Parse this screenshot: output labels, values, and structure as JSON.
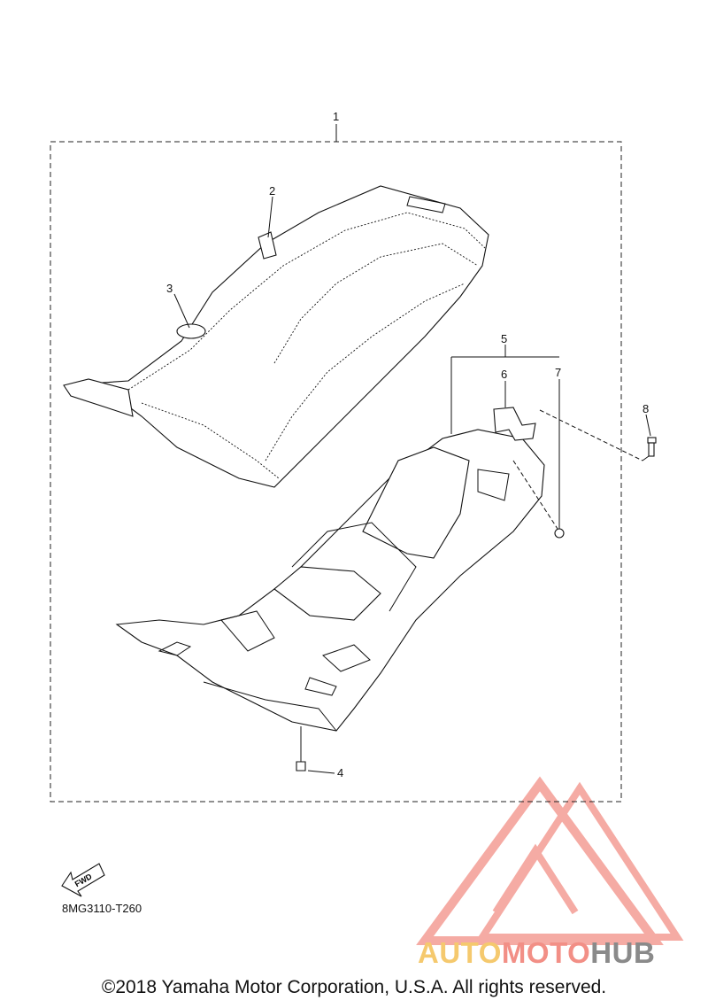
{
  "callouts": {
    "c1": "1",
    "c2": "2",
    "c3": "3",
    "c4": "4",
    "c5": "5",
    "c6": "6",
    "c7": "7",
    "c8": "8"
  },
  "fwd_label": "FWD",
  "part_code": "8MG3110-T260",
  "copyright": "©2018 Yamaha Motor Corporation, U.S.A. All rights reserved.",
  "watermark": {
    "part1": "AUTO",
    "part2": "MOTO",
    "part3": "HUB",
    "colors": {
      "auto": "#f5c96e",
      "moto": "#f28f86",
      "hub": "#8a8a8a",
      "logo": "#f28f86"
    }
  }
}
